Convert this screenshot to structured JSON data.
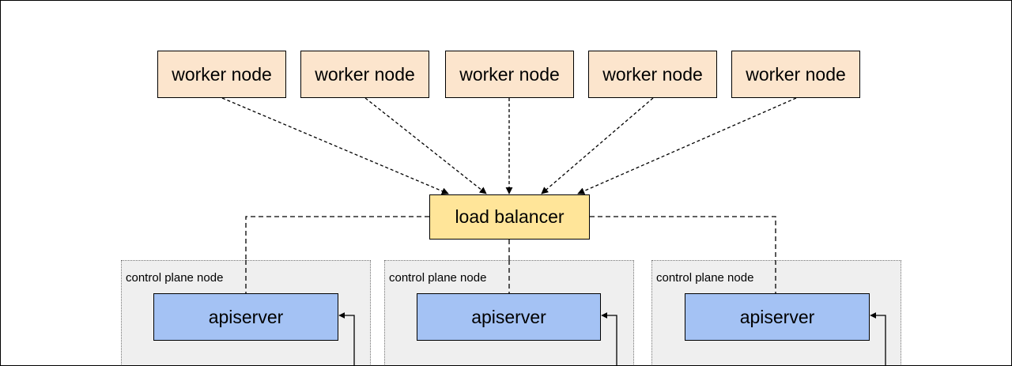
{
  "diagram": {
    "worker_nodes": [
      {
        "label": "worker node"
      },
      {
        "label": "worker node"
      },
      {
        "label": "worker node"
      },
      {
        "label": "worker node"
      },
      {
        "label": "worker node"
      }
    ],
    "load_balancer": {
      "label": "load balancer"
    },
    "control_plane_nodes": [
      {
        "label": "control plane node",
        "apiserver": "apiserver"
      },
      {
        "label": "control plane node",
        "apiserver": "apiserver"
      },
      {
        "label": "control plane node",
        "apiserver": "apiserver"
      }
    ],
    "colors": {
      "worker_fill": "#fce5cd",
      "load_balancer_fill": "#ffe599",
      "apiserver_fill": "#a4c2f4",
      "control_plane_fill": "#efefef"
    }
  }
}
